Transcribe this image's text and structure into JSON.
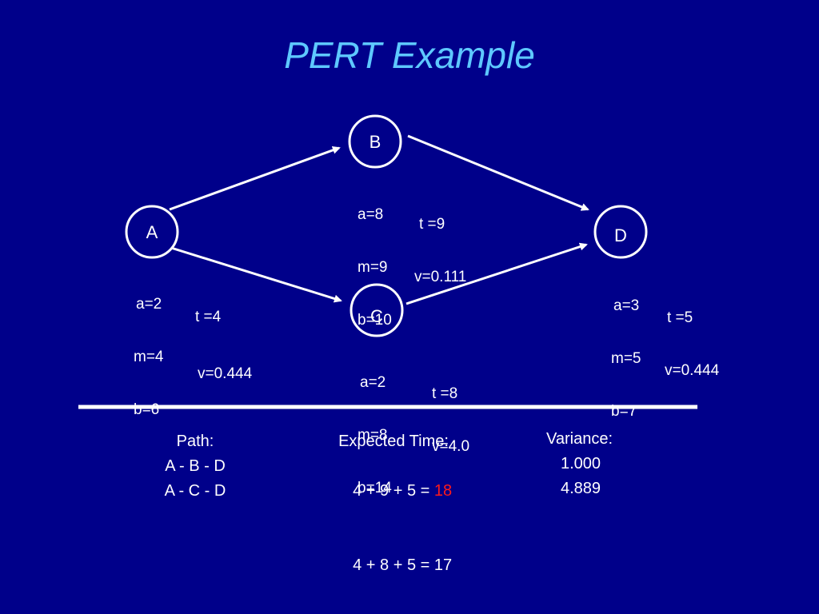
{
  "title": "PERT Example",
  "colors": {
    "background": "#00008a",
    "title": "#5ec8ff",
    "text": "#ffffff",
    "highlight": "#ff1a1a"
  },
  "nodes": {
    "A": "A",
    "B": "B",
    "C": "C",
    "D": "D"
  },
  "edges": [
    {
      "from": "A",
      "to": "B",
      "estimates": [
        "a=8",
        "m=9",
        "b=10"
      ],
      "result": [
        "t =9",
        "v=0.111"
      ]
    },
    {
      "from": "A",
      "to": "C",
      "estimates": [
        "a=2",
        "m=4",
        "b=6"
      ],
      "result": [
        "t =4",
        "v=0.444"
      ]
    },
    {
      "from": "B",
      "to": "D",
      "estimates": [
        "a=3",
        "m=5",
        "b=7"
      ],
      "result": [
        "t =5",
        "v=0.444"
      ]
    },
    {
      "from": "C",
      "to": "D",
      "estimates": [
        "a=2",
        "m=8",
        "b=14"
      ],
      "result": [
        "t =8",
        "v=4.0"
      ]
    }
  ],
  "summary": {
    "path_header": "Path:",
    "paths": [
      "A - B - D",
      "A - C - D"
    ],
    "time_header": "Expected Time:",
    "time_rows": [
      {
        "expr": "4 + 9 + 5 = ",
        "total": "18"
      },
      {
        "expr": "4 + 8 + 5 = ",
        "total": "17"
      }
    ],
    "variance_header": "Variance:",
    "variances": [
      "1.000",
      "4.889"
    ]
  }
}
